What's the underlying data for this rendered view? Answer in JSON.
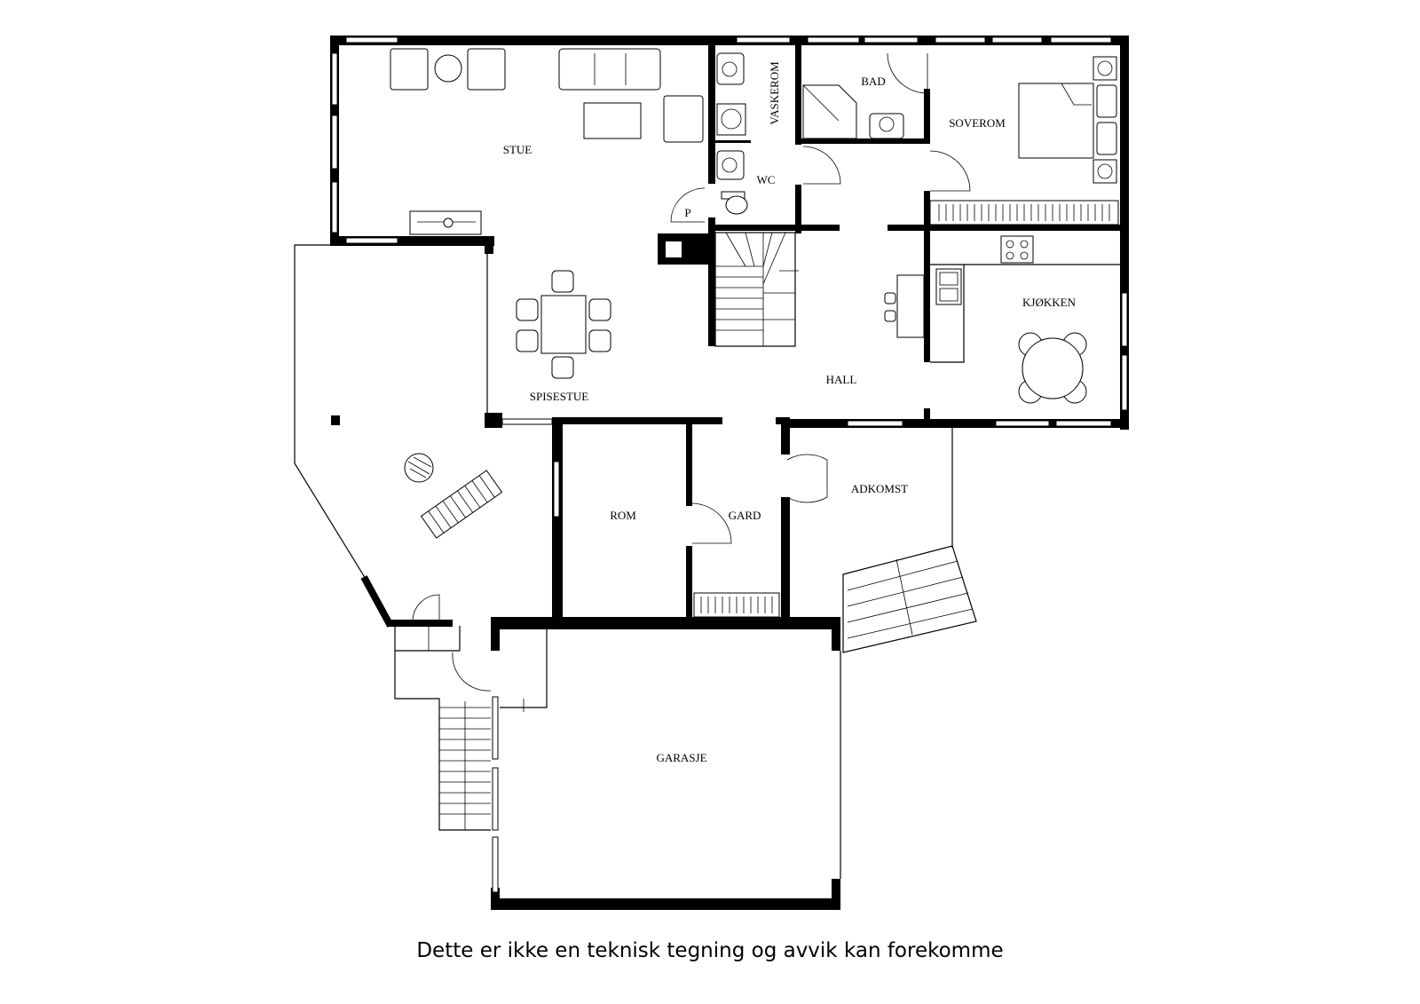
{
  "floor_plan": {
    "rooms": {
      "stue": "STUE",
      "vaskerom": "VASKEROM",
      "bad": "BAD",
      "soverom": "SOVEROM",
      "wc": "WC",
      "p": "P",
      "kjokken": "KJØKKEN",
      "spisestue": "SPISESTUE",
      "hall": "HALL",
      "adkomst": "ADKOMST",
      "rom": "ROM",
      "gard": "GARD",
      "garasje": "GARASJE"
    },
    "disclaimer": "Dette er ikke en teknisk tegning og avvik kan forekomme"
  }
}
